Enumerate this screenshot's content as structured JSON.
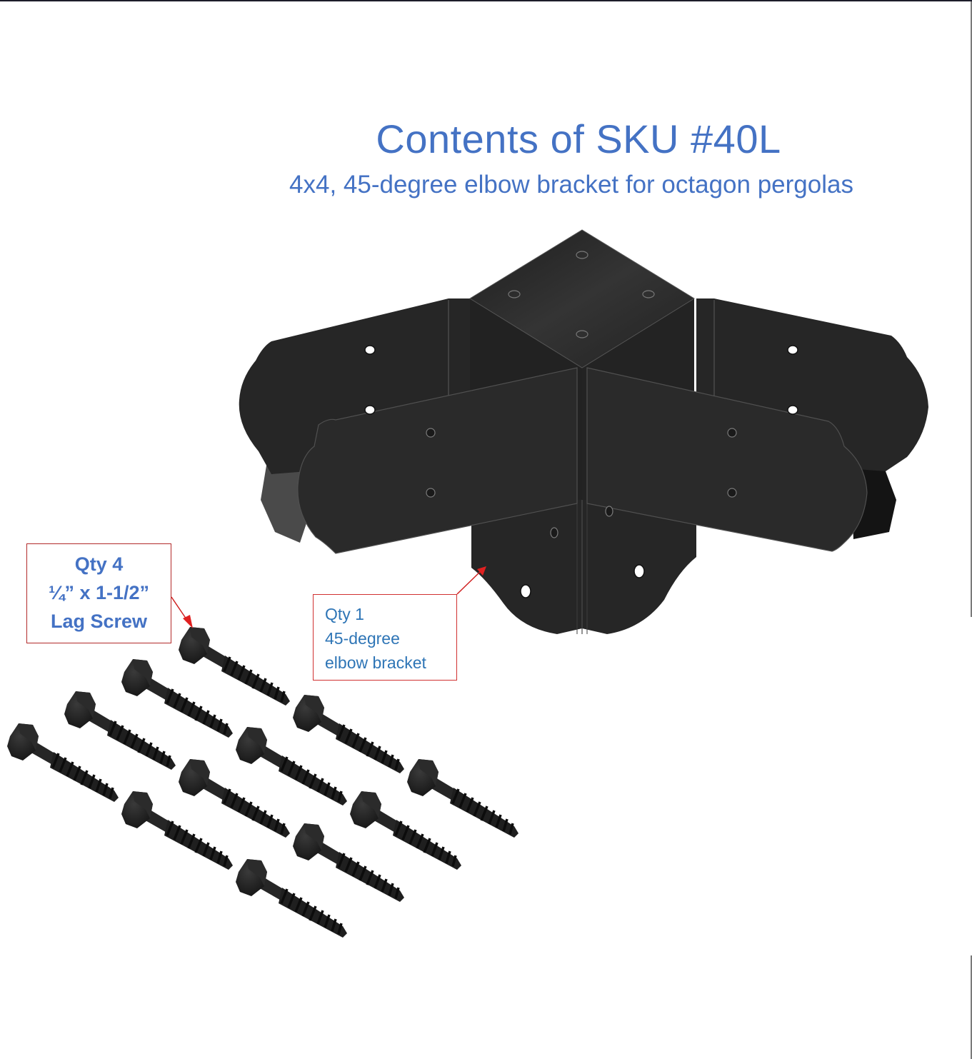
{
  "header": {
    "title": "Contents of SKU #40L",
    "subtitle": "4x4, 45-degree elbow bracket for octagon pergolas"
  },
  "callouts": {
    "screw": {
      "qty": "Qty 4",
      "size": "¼” x 1-1/2”",
      "name": "Lag Screw"
    },
    "bracket": {
      "qty": "Qty 1",
      "line2": "45-degree",
      "line3": "elbow bracket"
    }
  },
  "parts": {
    "bracket_count_shown": 1,
    "screw_count_shown": 12
  },
  "colors": {
    "title_blue": "#4472c4",
    "callout_text_blue": "#2e75b6",
    "callout_border_red": "#c00000",
    "arrow_red": "#e02020",
    "metal_black": "#262626"
  }
}
